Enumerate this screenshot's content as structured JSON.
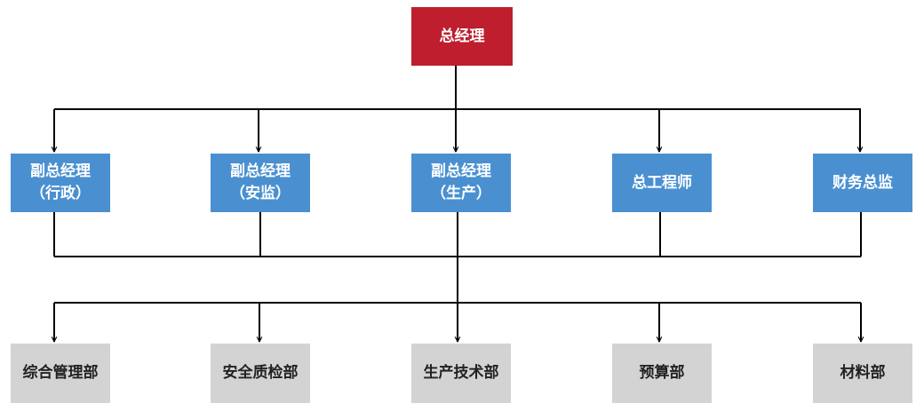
{
  "ceo": {
    "label": "总经理",
    "color": "#be1e2d"
  },
  "executives": [
    {
      "label": "副总经理",
      "sub": "（行政）"
    },
    {
      "label": "副总经理",
      "sub": "（安监）"
    },
    {
      "label": "副总经理",
      "sub": "（生产）"
    },
    {
      "label": "总工程师",
      "sub": ""
    },
    {
      "label": "财务总监",
      "sub": ""
    }
  ],
  "departments": [
    {
      "label": "综合管理部"
    },
    {
      "label": "安全质检部"
    },
    {
      "label": "生产技术部"
    },
    {
      "label": "预算部"
    },
    {
      "label": "材料部"
    }
  ],
  "colors": {
    "executive_box": "#4a90d1",
    "department_box": "#d3d3d3",
    "connector": "#000000"
  }
}
